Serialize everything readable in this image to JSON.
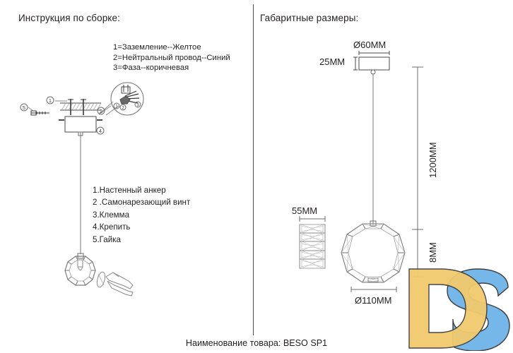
{
  "panels": {
    "left_title": "Инструкция по сборке:",
    "right_title": "Габаритные размеры:"
  },
  "wire_legend": {
    "lines": [
      "1=Заземление--Желтое",
      "2=Нейтральный провод--Синий",
      "3=Фаза--коричневая"
    ]
  },
  "parts_list": {
    "items": [
      "1.Настенный анкер",
      "2 .Самонарезающий винт",
      "3.Клемма",
      "4.Крепить",
      "5.Гайка"
    ]
  },
  "callouts": {
    "mount_markers": [
      "1",
      "2",
      "3",
      "4",
      "5"
    ],
    "detail_markers": [
      "1",
      "2",
      "3"
    ]
  },
  "dimensions": {
    "canopy_diameter": "Ø60MM",
    "canopy_height": "25MM",
    "drop_length": "1200MM",
    "ring_side_width": "55MM",
    "ring_diameter": "Ø110MM",
    "ring_height": "8MM"
  },
  "footer": {
    "product_label": "Наименование товара: BESO SP1"
  },
  "watermark": {
    "letters": [
      "D",
      "S"
    ],
    "gold": "#F2C96E",
    "blue": "#74B7E8",
    "outline": "#3d3d3d"
  },
  "colors": {
    "ink": "#231f20",
    "line": "#4a4a4a",
    "light_line": "#8a8a8a",
    "background": "#ffffff"
  }
}
